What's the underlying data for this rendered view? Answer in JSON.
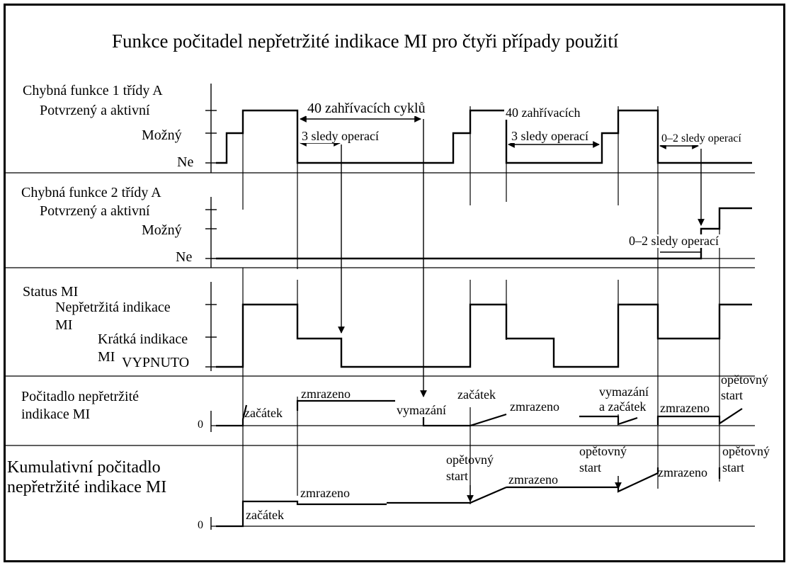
{
  "title": "Funkce počitadel nepřetržité indikace MI pro čtyři případy použití",
  "panels": {
    "fault1": {
      "heading": "Chybná funkce 1 třídy A",
      "levels": [
        "Potvrzený a aktivní",
        "Možný",
        "Ne"
      ]
    },
    "fault2": {
      "heading": "Chybná funkce 2 třídy A",
      "levels": [
        "Potvrzený a aktivní",
        "Možný",
        "Ne"
      ]
    },
    "mi_status": {
      "heading": "Status MI",
      "continuous_line1": "Nepřetržitá indikace",
      "continuous_line2": "MI",
      "short_line1": "Krátká indikace",
      "short_line2": "MI",
      "off": "VYPNUTO"
    },
    "mi_counter": {
      "heading_line1": "Počitadlo nepřetržité",
      "heading_line2": "indikace MI",
      "zero": "0"
    },
    "cumulative": {
      "heading_line1": "Kumulativní počitadlo",
      "heading_line2": "nepřetržité indikace MI",
      "zero": "0"
    }
  },
  "annotations": {
    "warmup_40_a": "40 zahřívacích cyklů",
    "warmup_40_b": "40 zahřívacích",
    "seq3_a": "3 sledy operací",
    "seq3_b": "3 sledy operací",
    "seq02_a": "0–2 sledy operací",
    "seq02_b": "0–2 sledy operací",
    "counter": {
      "start1": "začátek",
      "frozen1": "zmrazeno",
      "erase": "vymazání",
      "start2": "začátek",
      "frozen2": "zmrazeno",
      "erase_start_line1": "vymazání",
      "erase_start_line2": "a začátek",
      "frozen3": "zmrazeno",
      "restart_line1": "opětovný",
      "restart_line2": "start"
    },
    "cumulative": {
      "start": "začátek",
      "frozen1": "zmrazeno",
      "restart1_line1": "opětovný",
      "restart1_line2": "start",
      "frozen2": "zmrazeno",
      "restart2_line1": "opětovný",
      "restart2_line2": "start",
      "frozen3": "zmrazeno",
      "restart3_line1": "opětovný",
      "restart3_line2": "start"
    }
  }
}
